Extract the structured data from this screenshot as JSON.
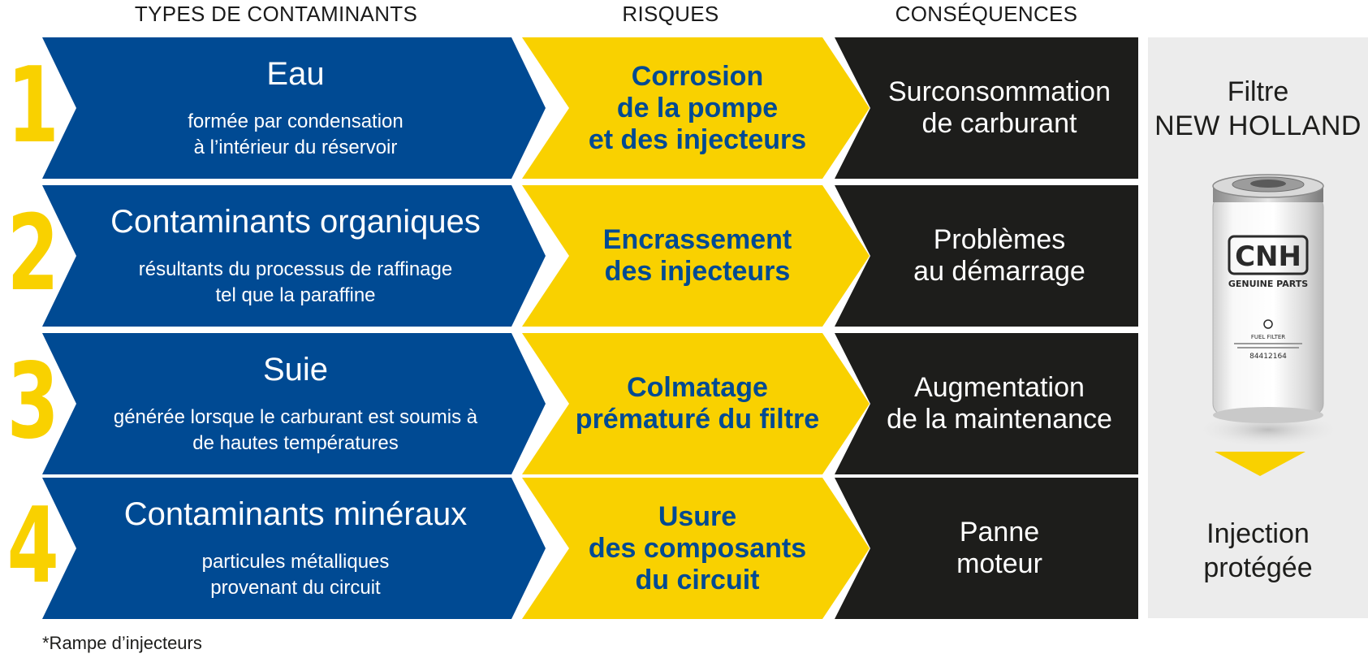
{
  "headers": {
    "types": "TYPES DE CONTAMINANTS",
    "risks": "RISQUES",
    "consequences": "CONSÉQUENCES"
  },
  "rows": [
    {
      "number": "1",
      "type_title": "Eau",
      "type_desc": "formée par condensation\nà l’intérieur du réservoir",
      "risk": "Corrosion\nde la pompe\net des injecteurs",
      "consequence": "Surconsommation\nde carburant"
    },
    {
      "number": "2",
      "type_title": "Contaminants organiques",
      "type_desc": "résultants du processus de raffinage\ntel que la paraffine",
      "risk": "Encrassement\ndes injecteurs",
      "consequence": "Problèmes\nau démarrage"
    },
    {
      "number": "3",
      "type_title": "Suie",
      "type_desc": "générée lorsque le carburant est soumis à\nde hautes températures",
      "risk": "Colmatage\nprématuré du filtre",
      "consequence": "Augmentation\nde la maintenance"
    },
    {
      "number": "4",
      "type_title": "Contaminants minéraux",
      "type_desc": "particules métalliques\nprovenant du circuit",
      "risk": "Usure\ndes composants\ndu circuit",
      "consequence": "Panne\nmoteur"
    }
  ],
  "side_panel": {
    "title_line1": "Filtre",
    "title_line2": "NEW HOLLAND",
    "result": "Injection\nprotégée",
    "filter_logo": "CNH",
    "filter_sub": "GENUINE PARTS",
    "filter_label": "FUEL FILTER",
    "filter_part_no": "84412164"
  },
  "footnote": "*Rampe d’injecteurs",
  "colors": {
    "blue": "#004a93",
    "yellow": "#f9d100",
    "black": "#1d1d1b",
    "panel_gray": "#ececec"
  }
}
